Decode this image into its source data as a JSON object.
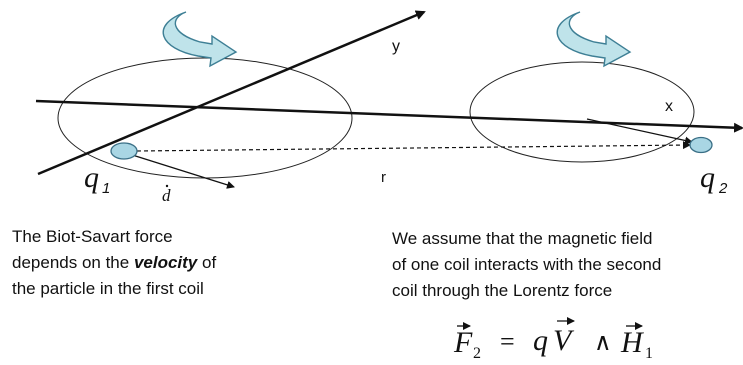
{
  "diagram": {
    "axis_y_label": "y",
    "axis_x_label": "x",
    "distance_label": "r",
    "charge1": {
      "symbol": "q",
      "subscript": "1"
    },
    "charge2": {
      "symbol": "q",
      "subscript": "2"
    },
    "velocity_label": "d",
    "colors": {
      "rotation_arrow_fill": "#bfe3ea",
      "rotation_arrow_stroke": "#3e7f95",
      "particle_fill": "#a9d6e4",
      "particle_stroke": "#3a6f86",
      "line": "#111111"
    }
  },
  "captions": {
    "left": {
      "line1": "The Biot-Savart force",
      "line2_pre": "depends on the ",
      "line2_emph": "velocity",
      "line2_post": " of",
      "line3": "the particle in the first coil"
    },
    "right": {
      "line1": "We assume that the magnetic field",
      "line2": "of one coil interacts with the second",
      "line3": "coil through the Lorentz force"
    }
  },
  "equation": {
    "F": "F",
    "F_sub": "2",
    "equals": "=",
    "q": "q",
    "V": "V",
    "wedge": "∧",
    "H": "H",
    "H_sub": "1"
  }
}
